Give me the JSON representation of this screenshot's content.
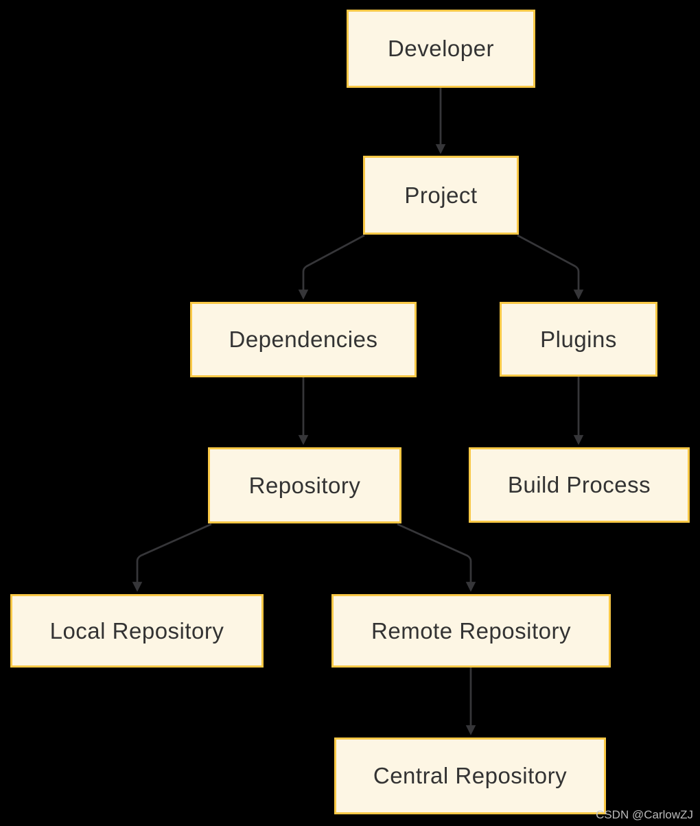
{
  "diagram": {
    "type": "flowchart",
    "direction": "top-down",
    "nodes": [
      {
        "id": "developer",
        "label": "Developer"
      },
      {
        "id": "project",
        "label": "Project"
      },
      {
        "id": "dependencies",
        "label": "Dependencies"
      },
      {
        "id": "plugins",
        "label": "Plugins"
      },
      {
        "id": "repository",
        "label": "Repository"
      },
      {
        "id": "build-process",
        "label": "Build Process"
      },
      {
        "id": "local-repository",
        "label": "Local Repository"
      },
      {
        "id": "remote-repository",
        "label": "Remote Repository"
      },
      {
        "id": "central-repository",
        "label": "Central Repository"
      }
    ],
    "edges": [
      {
        "from": "developer",
        "to": "project"
      },
      {
        "from": "project",
        "to": "dependencies"
      },
      {
        "from": "project",
        "to": "plugins"
      },
      {
        "from": "dependencies",
        "to": "repository"
      },
      {
        "from": "plugins",
        "to": "build-process"
      },
      {
        "from": "repository",
        "to": "local-repository"
      },
      {
        "from": "repository",
        "to": "remote-repository"
      },
      {
        "from": "remote-repository",
        "to": "central-repository"
      }
    ]
  },
  "theme": {
    "background": "#000000",
    "node_fill": "#FDF6E4",
    "node_border": "#F9C846",
    "node_text": "#333333",
    "edge_color": "#363639",
    "watermark_color": "#C9C9C9"
  },
  "watermark": {
    "text": "CSDN @CarlowZJ"
  }
}
